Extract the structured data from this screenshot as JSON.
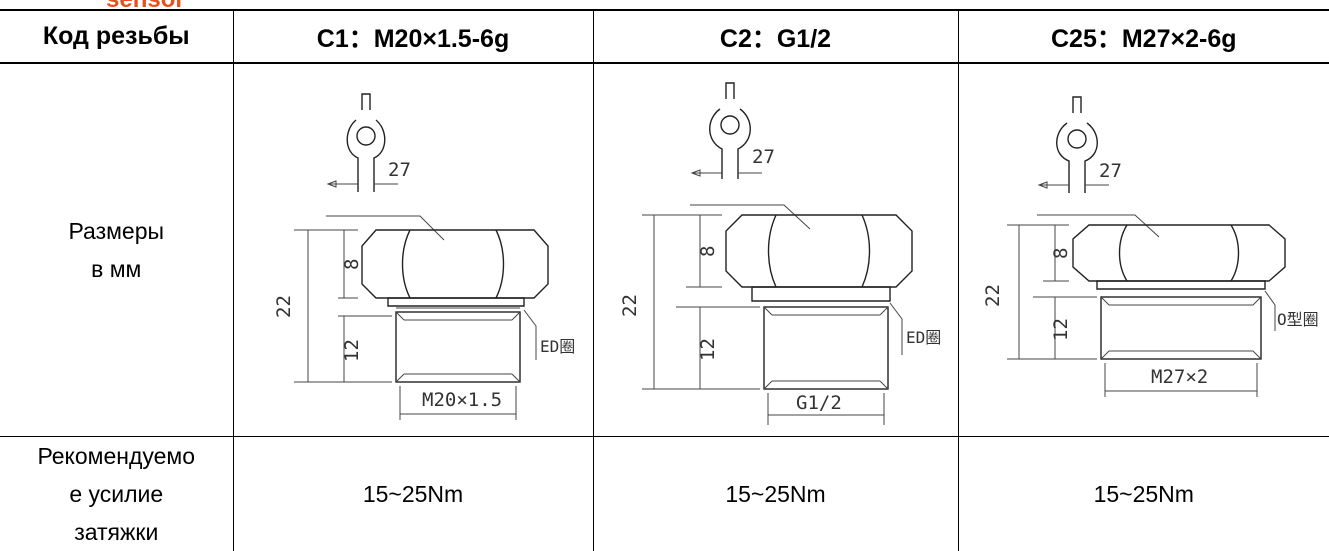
{
  "logo": {
    "text": "sensor",
    "brand_color": "#e8501e"
  },
  "table": {
    "header": {
      "label": "Код резьбы",
      "columns": [
        "C1：M20×1.5-6g",
        "C2：G1/2",
        "C25：M27×2-6g"
      ]
    },
    "dimensions_row": {
      "label_line1": "Размеры",
      "label_line2": "в мм",
      "drawings": [
        {
          "wrench": "27",
          "hex_h": "8",
          "total_h": "22",
          "thread_h": "12",
          "seal": "ED圈",
          "thread": "M20×1.5"
        },
        {
          "wrench": "27",
          "hex_h": "8",
          "total_h": "22",
          "thread_h": "12",
          "seal": "ED圈",
          "thread": "G1/2"
        },
        {
          "wrench": "27",
          "hex_h": "8",
          "total_h": "22",
          "thread_h": "12",
          "seal": "O型圈",
          "thread": "M27×2"
        }
      ]
    },
    "torque_row": {
      "label_line1": "Рекомендуемо",
      "label_line2": "е усилие",
      "label_line3": "затяжки",
      "values": [
        "15~25Nm",
        "15~25Nm",
        "15~25Nm"
      ]
    }
  }
}
